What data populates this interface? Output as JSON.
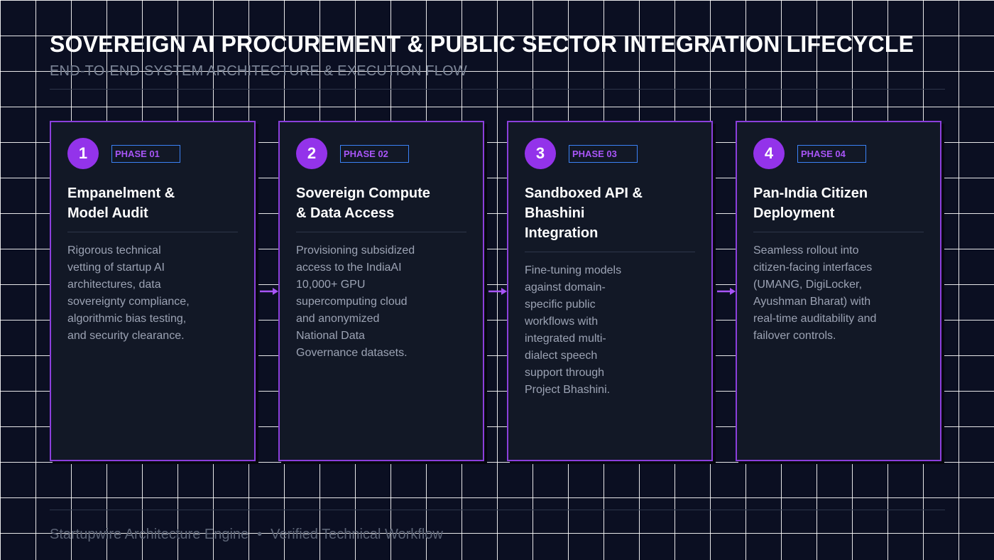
{
  "header": {
    "title": "SOVEREIGN AI PROCUREMENT & PUBLIC SECTOR INTEGRATION LIFECYCLE",
    "subtitle": "END-TO-END SYSTEM ARCHITECTURE & EXECUTION FLOW"
  },
  "phases": [
    {
      "number": "1",
      "badge": "PHASE 01",
      "title": "Empanelment & Model Audit",
      "description": "Rigorous technical vetting of startup AI architectures, data sovereignty compliance, algorithmic bias testing, and security clearance."
    },
    {
      "number": "2",
      "badge": "PHASE 02",
      "title": "Sovereign Compute & Data Access",
      "description": "Provisioning subsidized access to the IndiaAI 10,000+ GPU supercomputing cloud and anonymized National Data Governance datasets."
    },
    {
      "number": "3",
      "badge": "PHASE 03",
      "title": "Sandboxed API & Bhashini Integration",
      "description": "Fine-tuning models against domain-specific public workflows with integrated multi-dialect speech support through Project Bhashini."
    },
    {
      "number": "4",
      "badge": "PHASE 04",
      "title": "Pan-India Citizen Deployment",
      "description": "Seamless rollout into citizen-facing interfaces (UMANG, DigiLocker, Ayushman Bharat) with real-time auditability and failover controls."
    }
  ],
  "footer": {
    "left": "Startupwire Architecture Engine",
    "separator": "•",
    "right": "Verified Technical Workflow"
  },
  "colors": {
    "accent": "#9333ea",
    "card_border": "#8b3fdc",
    "badge_border": "#3b82f6",
    "badge_text": "#a855f7",
    "card_bg": "#121826"
  },
  "icons": {
    "connector": "arrow-right-icon"
  }
}
